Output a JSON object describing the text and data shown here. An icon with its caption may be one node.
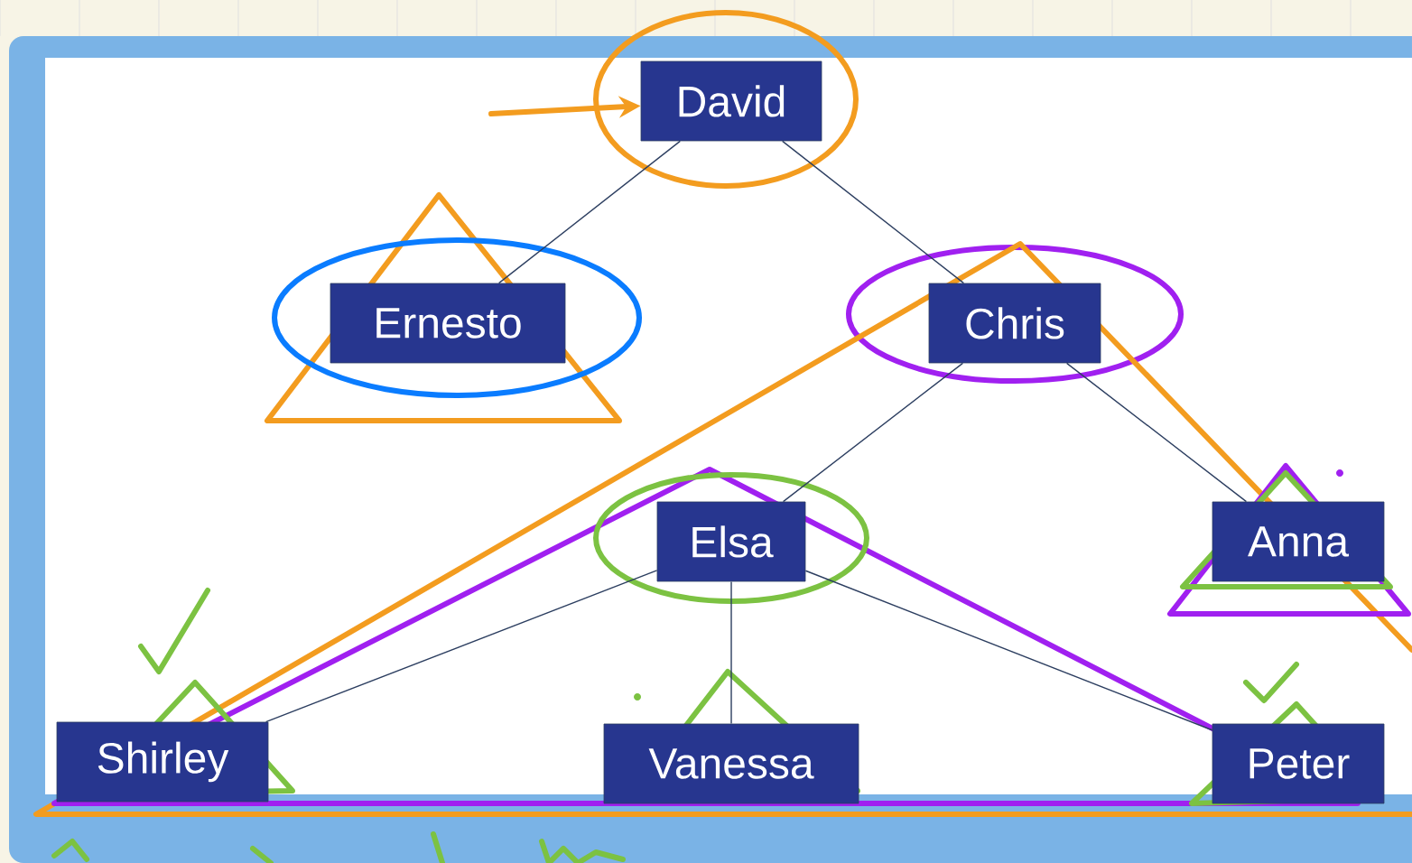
{
  "diagram": {
    "nodes": [
      {
        "text": [
          "David"
        ]
      },
      {
        "text": [
          "Ernesto"
        ]
      },
      {
        "text": [
          "Chris"
        ]
      },
      {
        "text": [
          "Elsa"
        ]
      },
      {
        "text": [
          "Anna"
        ]
      },
      {
        "text": [
          "Shirley"
        ]
      },
      {
        "text": [
          "Vanessa"
        ]
      },
      {
        "text": [
          "Peter"
        ]
      }
    ],
    "edges": [
      {
        "from": 0,
        "to": 1,
        "arrow": "none"
      },
      {
        "from": 0,
        "to": 2,
        "arrow": "none"
      },
      {
        "from": 2,
        "to": 3,
        "arrow": "none"
      },
      {
        "from": 2,
        "to": 4,
        "arrow": "none"
      },
      {
        "from": 3,
        "to": 5,
        "arrow": "none"
      },
      {
        "from": 3,
        "to": 6,
        "arrow": "none"
      },
      {
        "from": 3,
        "to": 7,
        "arrow": "none"
      },
      {
        "from": null,
        "to": 0,
        "arrow": "to",
        "style": "thick",
        "color": "#f39c1f"
      }
    ]
  }
}
